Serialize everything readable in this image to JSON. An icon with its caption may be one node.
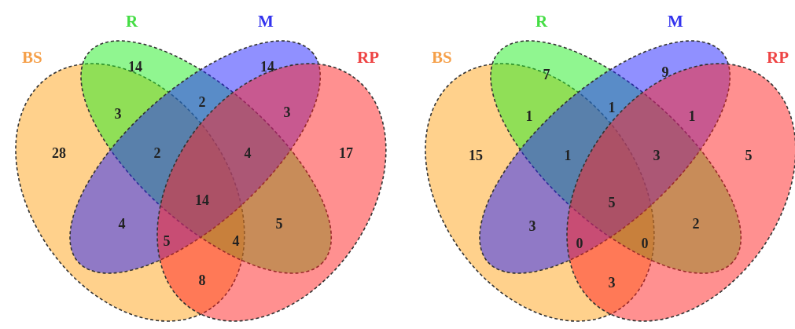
{
  "diagram": {
    "nodes": [
      {
        "text": [
          "BS"
        ]
      },
      {
        "text": [
          "R"
        ]
      },
      {
        "text": [
          "M"
        ]
      },
      {
        "text": [
          "RP"
        ]
      },
      {
        "text": [
          "BS"
        ]
      },
      {
        "text": [
          "R"
        ]
      },
      {
        "text": [
          "M"
        ]
      },
      {
        "text": [
          "RP"
        ]
      }
    ],
    "labels": [
      "14",
      "14",
      "2",
      "3",
      "3",
      "28",
      "2",
      "4",
      "17",
      "14",
      "4",
      "5",
      "5",
      "4",
      "8",
      "7",
      "9",
      "1",
      "1",
      "1",
      "15",
      "1",
      "3",
      "5",
      "5",
      "3",
      "2",
      "0",
      "0",
      "3"
    ]
  }
}
